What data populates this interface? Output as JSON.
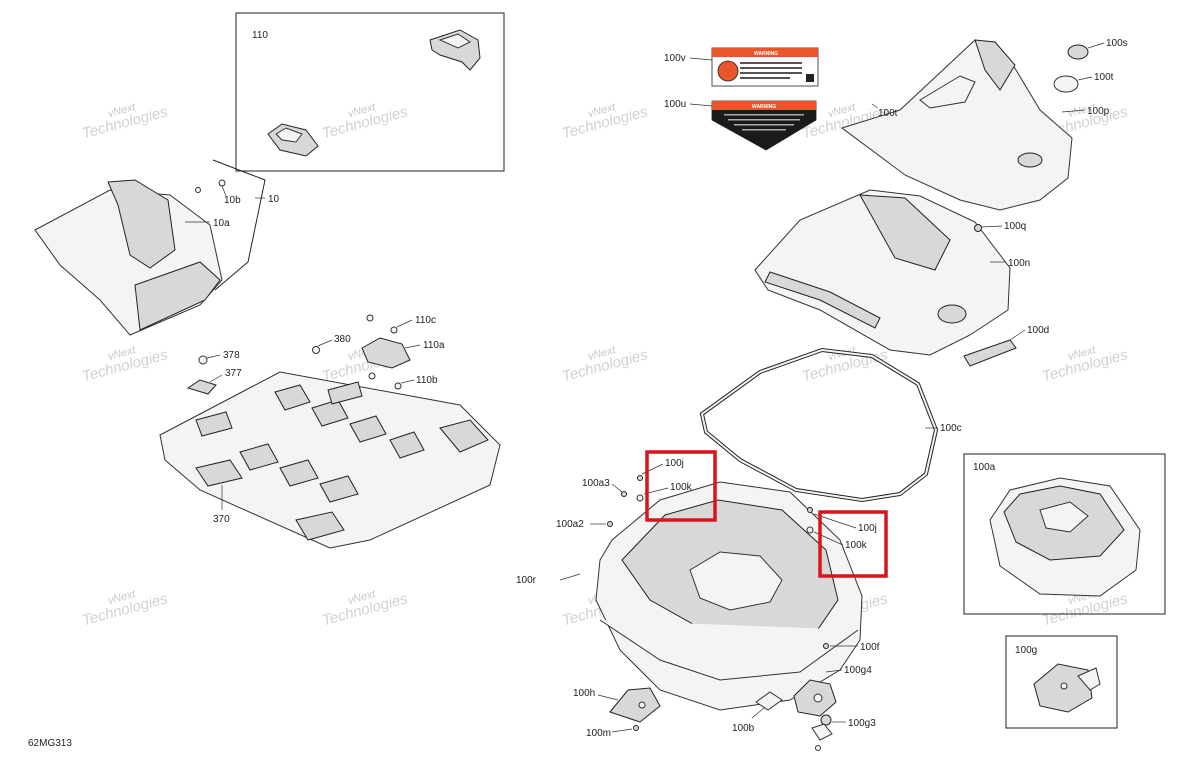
{
  "diagram_code": "62MG313",
  "watermark": {
    "line1": "vNext",
    "line2": "Technologies",
    "full": "vNext Technologies"
  },
  "warning_label_text": "WARNING",
  "callouts": {
    "c110": "110",
    "c10": "10",
    "c10a": "10a",
    "c10b": "10b",
    "c110c": "110c",
    "c110a": "110a",
    "c110b": "110b",
    "c380": "380",
    "c378": "378",
    "c377": "377",
    "c370": "370",
    "c100v": "100v",
    "c100u": "100u",
    "c100s": "100s",
    "c100t": "100t",
    "c100t2": "100t",
    "c100p": "100p",
    "c100q": "100q",
    "c100n": "100n",
    "c100d": "100d",
    "c100c": "100c",
    "c100j": "100j",
    "c100k": "100k",
    "c100j2": "100j",
    "c100k2": "100k",
    "c100a3": "100a3",
    "c100a2": "100a2",
    "c100r": "100r",
    "c100a": "100a",
    "c100g": "100g",
    "c100f": "100f",
    "c100g4": "100g4",
    "c100h": "100h",
    "c100m": "100m",
    "c100b": "100b",
    "c100g3": "100g3"
  },
  "highlight_color": "#d9141b",
  "warning_colors": {
    "orange": "#e8562a",
    "black": "#1a1a1a"
  }
}
